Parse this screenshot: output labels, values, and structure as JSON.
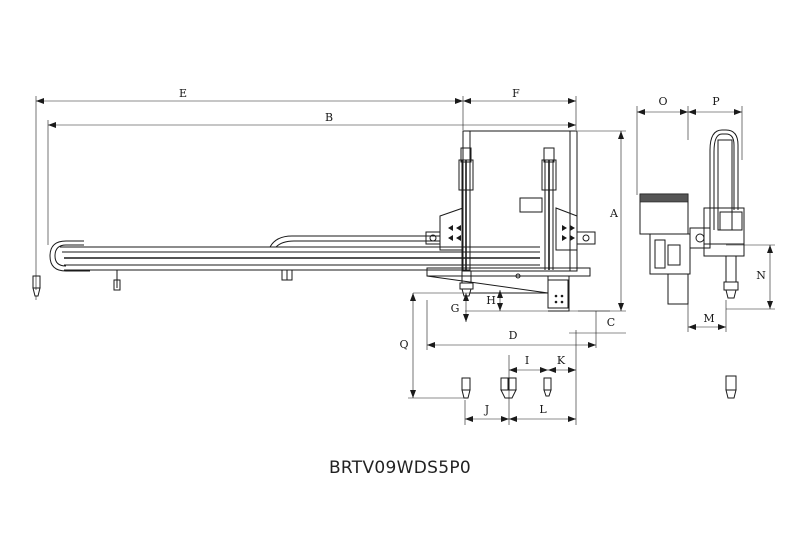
{
  "dimensions": {
    "E": "E",
    "F": "F",
    "B": "B",
    "A": "A",
    "O": "O",
    "P": "P",
    "N": "N",
    "M": "M",
    "H": "H",
    "G": "G",
    "C": "C",
    "D": "D",
    "Q": "Q",
    "I": "I",
    "K": "K",
    "J": "J",
    "L": "L"
  },
  "model_label": "BRTV09WDS5P0"
}
